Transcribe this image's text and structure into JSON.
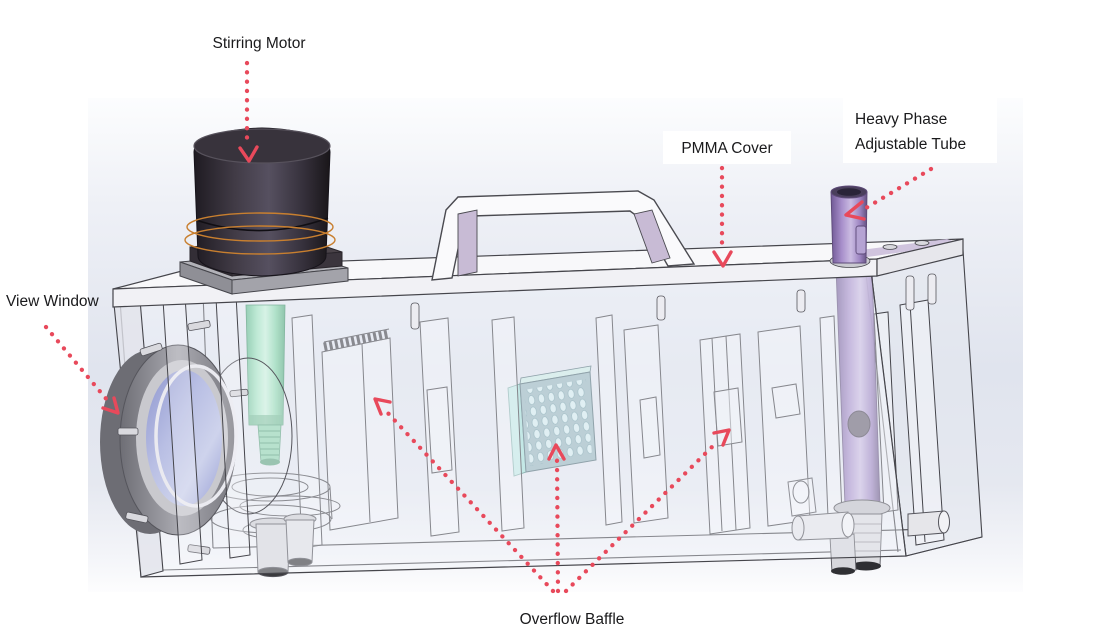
{
  "figure": {
    "kind": "3D CAD assembly annotation diagram",
    "subject": "Transparent mixer-settler tank with stirring motor, PMMA cover, view window, overflow baffles and heavy-phase adjustable tube"
  },
  "labels": {
    "stirring_motor": "Stirring Motor",
    "pmma_cover": "PMMA Cover",
    "heavy_phase_line1": "Heavy Phase",
    "heavy_phase_line2": "Adjustable Tube",
    "view_window": "View Window",
    "overflow_baffle": "Overflow Baffle"
  },
  "annotations": {
    "arrow_style": "red dotted leader with open chevron head",
    "overflow_baffle_arrow_count": 3
  },
  "colors": {
    "annotation_arrow": "#e8495b",
    "label_text": "#1a1a1c",
    "label_box_background": "#ffffff",
    "viewport_gradient_mid": "#dfe3ee",
    "stirring_shaft_green": "#8ed8ae",
    "heavy_phase_tube_purple": "#9c84c4",
    "overflow_baffle_plate_teal": "#a9e0da",
    "motor_body_dark": "#332e36",
    "motor_ring_orange": "#c87f2f",
    "view_window_glass_blue": "#a8aeda",
    "handle_accent_lavender": "#c8bbd5",
    "wireframe_stroke": "#45454b"
  }
}
